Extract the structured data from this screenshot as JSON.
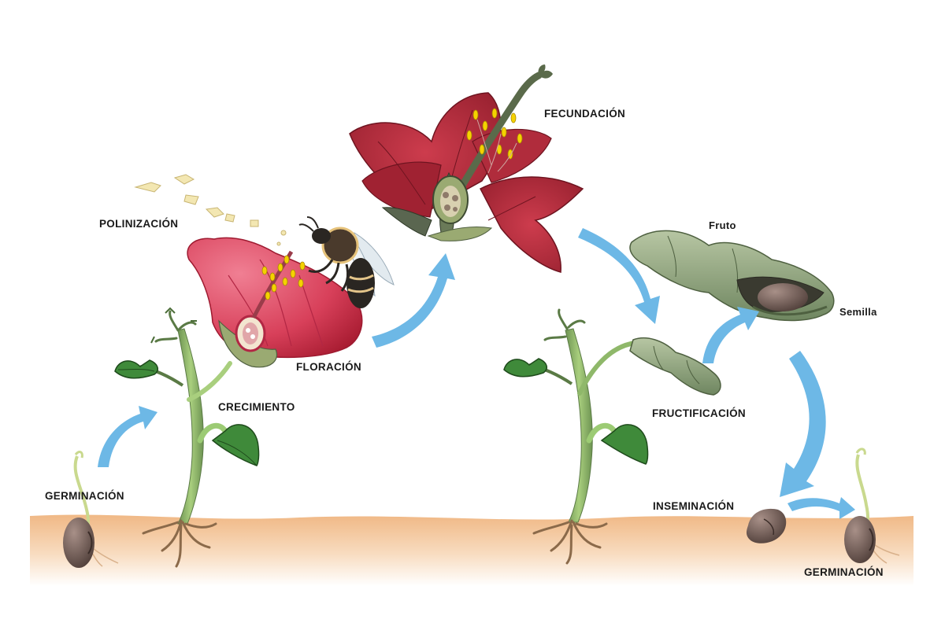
{
  "diagram": {
    "stages": {
      "germination_left": "GERMINACIÓN",
      "growth": "CRECIMIENTO",
      "pollination": "POLINIZACIÓN",
      "flowering": "FLORACIÓN",
      "fertilization": "FECUNDACIÓN",
      "fructification": "FRUCTIFICACIÓN",
      "insemination": "INSEMINACIÓN",
      "germination_right": "GERMINACIÓN"
    },
    "parts": {
      "fruit": "Fruto",
      "seed": "Semilla"
    },
    "colors": {
      "arrow": "#6db8e6",
      "soil": "#f3c9a0",
      "petal": "#b8283a",
      "stem": "#8fb86a",
      "pod": "#8aa07a",
      "seed": "#6e5a52"
    }
  }
}
